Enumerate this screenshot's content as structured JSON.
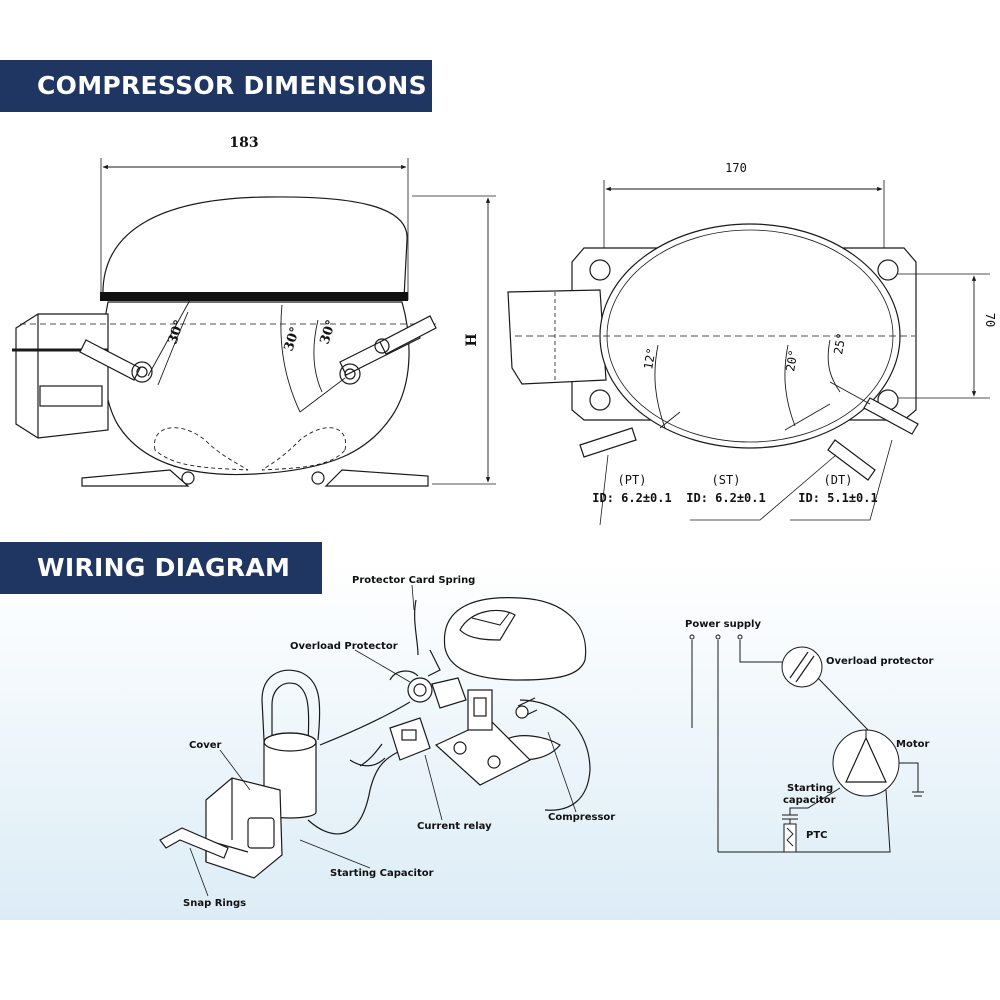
{
  "sections": {
    "dimensions_title": "COMPRESSOR DIMENSIONS",
    "wiring_title": "WIRING DIAGRAM"
  },
  "front_view": {
    "width": "183",
    "height": "H",
    "angles": [
      "30°",
      "30°",
      "30°"
    ]
  },
  "top_view": {
    "width": "170",
    "mount_spacing": "70",
    "angles": [
      "12°",
      "20°",
      "25°"
    ],
    "tubes": [
      {
        "name": "(PT)",
        "id": "ID: 6.2±0.1"
      },
      {
        "name": "(ST)",
        "id": "ID: 6.2±0.1"
      },
      {
        "name": "(DT)",
        "id": "ID: 5.1±0.1"
      }
    ]
  },
  "exploded_view": {
    "labels": {
      "protector_card_spring": "Protector Card Spring",
      "overload_protector": "Overload Protector",
      "cover": "Cover",
      "current_relay": "Current relay",
      "compressor": "Compressor",
      "starting_capacitor": "Starting Capacitor",
      "snap_rings": "Snap Rings"
    }
  },
  "schematic": {
    "power_supply": "Power supply",
    "overload_protector": "Overload protector",
    "motor": "Motor",
    "starting_capacitor_line1": "Starting",
    "starting_capacitor_line2": "capacitor",
    "ptc": "PTC"
  },
  "colors": {
    "banner_bg": "#1f3663",
    "banner_text": "#ffffff",
    "line": "#1a1a1a",
    "gradient_bottom": "#dcecf6"
  }
}
